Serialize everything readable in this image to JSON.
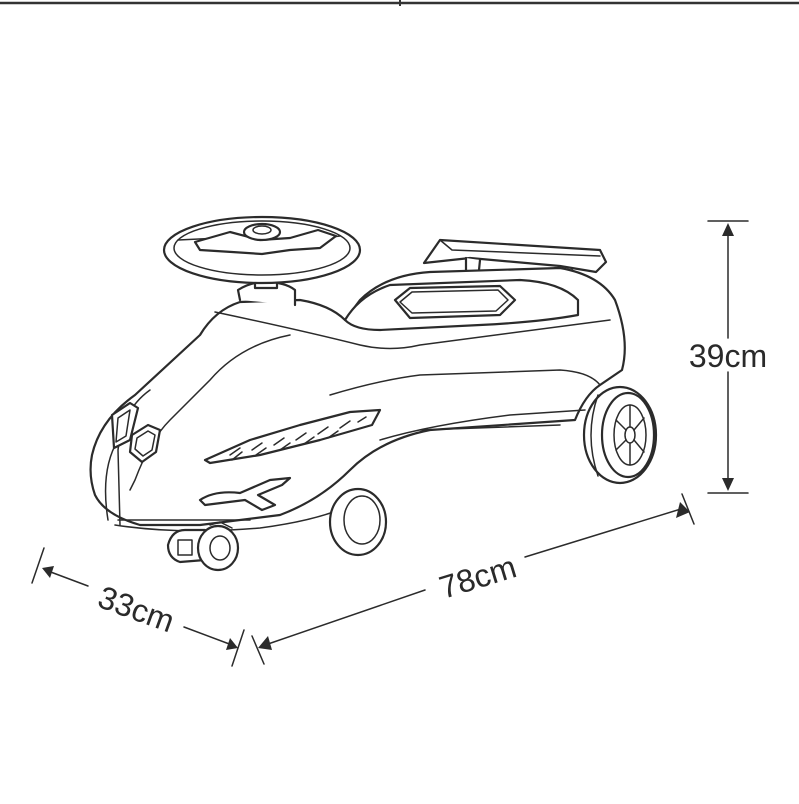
{
  "dimensions": {
    "height_label": "39cm",
    "length_label": "78cm",
    "width_label": "33cm"
  },
  "colors": {
    "line": "#2b2b2b",
    "background": "#ffffff"
  }
}
